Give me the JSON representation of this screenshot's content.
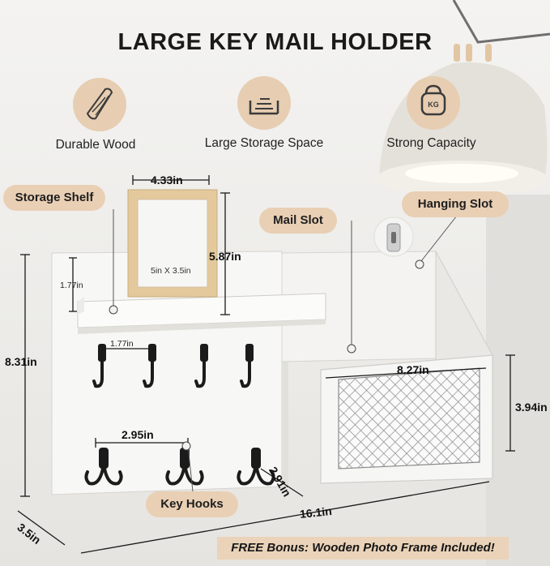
{
  "title": "LARGE KEY MAIL HOLDER",
  "features": [
    {
      "label": "Durable Wood",
      "icon": "wood-plank-icon"
    },
    {
      "label": "Large Storage Space",
      "icon": "storage-tray-icon"
    },
    {
      "label": "Strong Capacity",
      "icon": "kettlebell-icon",
      "badge": "KG"
    }
  ],
  "callouts": {
    "storage_shelf": "Storage Shelf",
    "mail_slot": "Mail Slot",
    "hanging_slot": "Hanging Slot",
    "key_hooks": "Key Hooks"
  },
  "dimensions": {
    "frame_width": "4.33in",
    "frame_height": "5.87in",
    "frame_photo_size": "5in X 3.5in",
    "shelf_depth": "1.77in",
    "hook_spacing": "1.77in",
    "total_height": "8.31in",
    "double_hook_spacing": "2.95in",
    "mail_width": "8.27in",
    "mail_height": "3.94in",
    "mail_depth": "2.91in",
    "total_width": "16.1in",
    "total_depth": "3.5in"
  },
  "bonus": "FREE Bonus: Wooden Photo Frame Included!",
  "colors": {
    "accent": "#e9cfb4",
    "board": "#f7f7f6",
    "hook": "#1b1b1b",
    "frame_wood": "#e3c99b"
  }
}
